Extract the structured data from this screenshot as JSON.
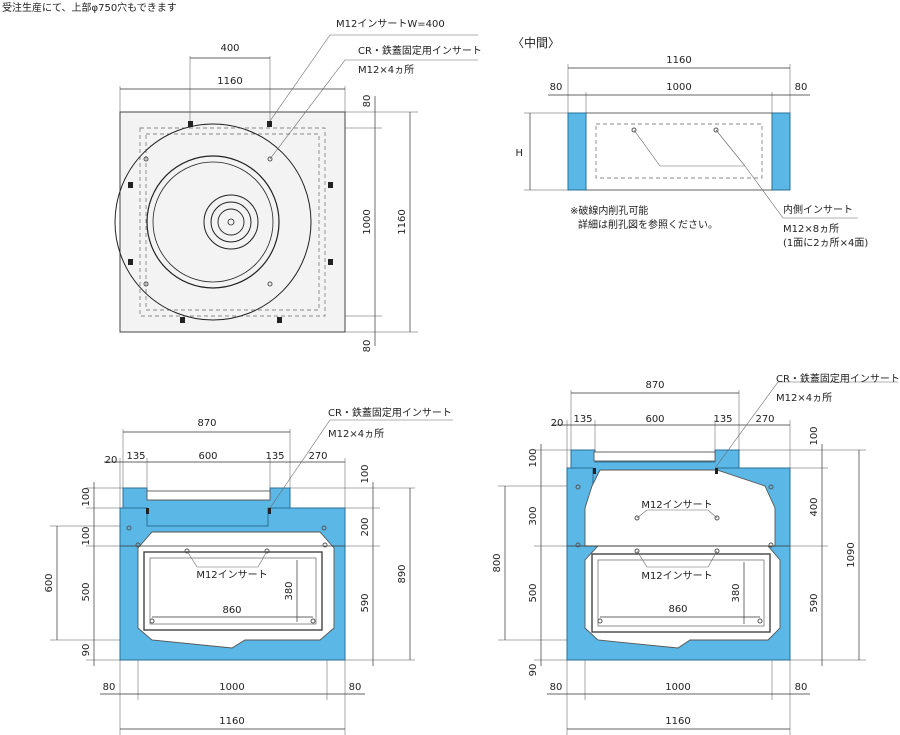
{
  "header_note": "受注生産にて、上部φ750穴もできます",
  "plan_view": {
    "callout_insert_w": "M12インサートW=400",
    "callout_cr": "CR・鉄蓋固定用インサート",
    "callout_cr_qty": "M12×4ヵ所",
    "dim_400": "400",
    "dim_1160_top": "1160",
    "dim_80_top": "80",
    "dim_1000": "1000",
    "dim_1160_side": "1160",
    "dim_80_bottom": "80"
  },
  "middle_view": {
    "title": "〈中間〉",
    "dim_1160": "1160",
    "dim_80_left": "80",
    "dim_1000": "1000",
    "dim_80_right": "80",
    "dim_h": "H",
    "note_line1": "※破線内削孔可能",
    "note_line2": "詳細は削孔図を参照ください。",
    "callout_inner": "内側インサート",
    "callout_inner_qty1": "M12×8ヵ所",
    "callout_inner_qty2": "(1面に2ヵ所×4面)"
  },
  "section_left": {
    "dim_870": "870",
    "dim_20": "20",
    "dim_135_left": "135",
    "dim_600": "600",
    "dim_135_right": "135",
    "dim_270": "270",
    "callout_cr": "CR・鉄蓋固定用インサート",
    "callout_cr_qty": "M12×4ヵ所",
    "dim_100_top_left": "100",
    "dim_100_top_right": "100",
    "dim_200": "200",
    "dim_100_mid": "100",
    "dim_600_side": "600",
    "dim_500": "500",
    "dim_90": "90",
    "dim_590": "590",
    "dim_890": "890",
    "label_insert": "M12インサート",
    "dim_380": "380",
    "dim_860": "860",
    "dim_80_left": "80",
    "dim_1000": "1000",
    "dim_80_right": "80",
    "dim_1160": "1160"
  },
  "section_right": {
    "callout_cr": "CR・鉄蓋固定用インサート",
    "callout_cr_qty": "M12×4ヵ所",
    "dim_870": "870",
    "dim_20": "20",
    "dim_135_left": "135",
    "dim_600": "600",
    "dim_135_right": "135",
    "dim_270": "270",
    "dim_100_top_left": "100",
    "dim_100_top_right": "100",
    "dim_300": "300",
    "dim_400": "400",
    "dim_1090": "1090",
    "dim_800": "800",
    "dim_500": "500",
    "dim_590": "590",
    "dim_90": "90",
    "label_insert_top": "M12インサート",
    "label_insert": "M12インサート",
    "dim_380": "380",
    "dim_860": "860",
    "dim_80_left": "80",
    "dim_1000": "1000",
    "dim_80_right": "80",
    "dim_1160": "1160"
  },
  "colors": {
    "concrete": "#5bb8e6",
    "outline": "#2a6f98"
  }
}
